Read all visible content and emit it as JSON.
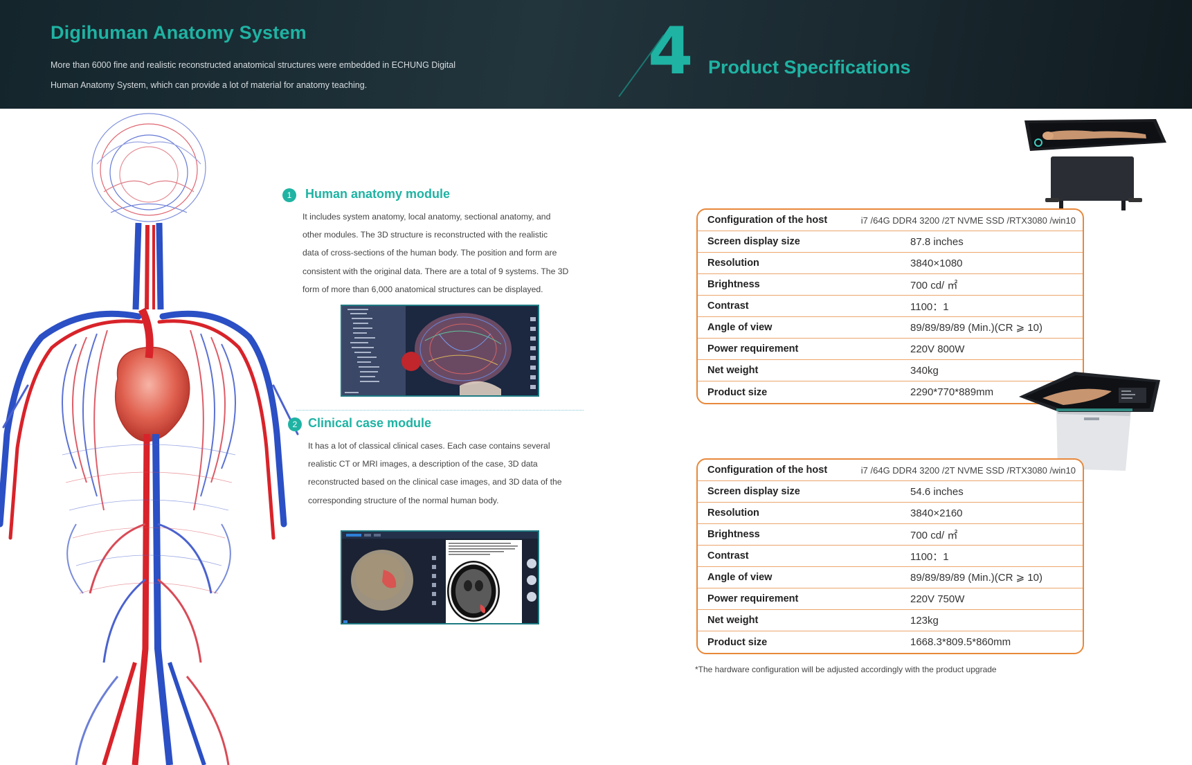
{
  "header": {
    "title": "Digihuman Anatomy System",
    "description_line1": "More than 6000 fine and realistic reconstructed anatomical structures were embedded in ECHUNG Digital",
    "description_line2": "Human Anatomy System, which can provide a lot of material for anatomy teaching.",
    "section_number": "4",
    "section_title": "Product Specifications"
  },
  "modules": [
    {
      "number": "1",
      "title": "Human anatomy module",
      "lines": [
        "It includes system anatomy, local anatomy, sectional anatomy, and",
        "other modules. The 3D structure is reconstructed with the realistic",
        "data of cross-sections of the human body. The position and form are",
        "consistent with the original data. There are a total of 9 systems. The 3D",
        "form of more than 6,000 anatomical structures can be displayed."
      ]
    },
    {
      "number": "2",
      "title": "Clinical case module",
      "lines": [
        "It has a lot of classical clinical cases. Each case contains several",
        "realistic CT or MRI images, a description of the case, 3D data",
        "reconstructed based on the clinical case images, and 3D data of the",
        "corresponding structure of the normal human body."
      ]
    }
  ],
  "spec_tables": [
    {
      "rows": [
        {
          "label": "Configuration of the host",
          "value": "i7 /64G DDR4 3200 /2T NVME SSD  /RTX3080 /win10"
        },
        {
          "label": "Screen display size",
          "value": "87.8 inches"
        },
        {
          "label": "Resolution",
          "value": "3840×1080"
        },
        {
          "label": "Brightness",
          "value": "700 cd/ ㎡"
        },
        {
          "label": "Contrast",
          "value": "1100：1"
        },
        {
          "label": "Angle of view",
          "value": "89/89/89/89 (Min.)(CR ⩾ 10)"
        },
        {
          "label": "Power requirement",
          "value": "220V  800W"
        },
        {
          "label": "Net weight",
          "value": "340kg"
        },
        {
          "label": "Product size",
          "value": "2290*770*889mm"
        }
      ]
    },
    {
      "rows": [
        {
          "label": "Configuration of the host",
          "value": "i7 /64G DDR4 3200 /2T NVME SSD  /RTX3080 /win10"
        },
        {
          "label": "Screen display size",
          "value": "54.6 inches"
        },
        {
          "label": "Resolution",
          "value": "3840×2160"
        },
        {
          "label": "Brightness",
          "value": "700 cd/ ㎡"
        },
        {
          "label": "Contrast",
          "value": "1100：1"
        },
        {
          "label": "Angle of view",
          "value": "89/89/89/89 (Min.)(CR ⩾ 10)"
        },
        {
          "label": "Power requirement",
          "value": "220V  750W"
        },
        {
          "label": "Net weight",
          "value": "123kg"
        },
        {
          "label": "Product size",
          "value": "1668.3*809.5*860mm"
        }
      ]
    }
  ],
  "footnote": "*The hardware configuration will be adjusted accordingly with the product upgrade",
  "colors": {
    "accent_teal": "#1fb3a3",
    "table_border_orange": "#e8883a",
    "header_dark": "#1b2a31",
    "artery_red": "#d8232a",
    "vein_blue": "#2b4fc4"
  }
}
